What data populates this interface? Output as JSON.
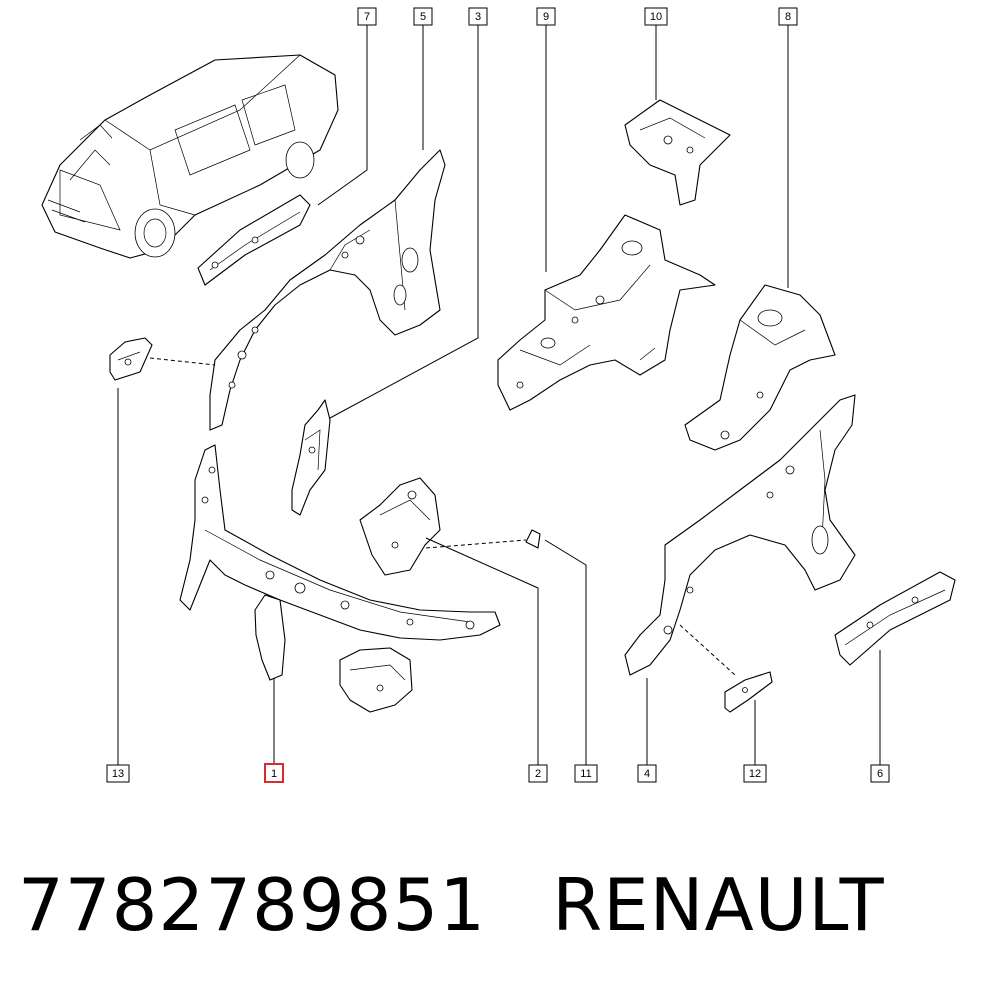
{
  "callouts": [
    {
      "id": "7",
      "label": "7"
    },
    {
      "id": "5",
      "label": "5"
    },
    {
      "id": "3",
      "label": "3"
    },
    {
      "id": "9",
      "label": "9"
    },
    {
      "id": "10",
      "label": "10"
    },
    {
      "id": "8",
      "label": "8"
    },
    {
      "id": "13",
      "label": "13"
    },
    {
      "id": "1",
      "label": "1",
      "highlighted": true
    },
    {
      "id": "2",
      "label": "2"
    },
    {
      "id": "11",
      "label": "11"
    },
    {
      "id": "4",
      "label": "4"
    },
    {
      "id": "12",
      "label": "12"
    },
    {
      "id": "6",
      "label": "6"
    }
  ],
  "footer": {
    "part_number": "7782789851",
    "brand": "RENAULT"
  },
  "colors": {
    "highlight": "#d92b2b",
    "line": "#000000",
    "background": "#ffffff"
  }
}
